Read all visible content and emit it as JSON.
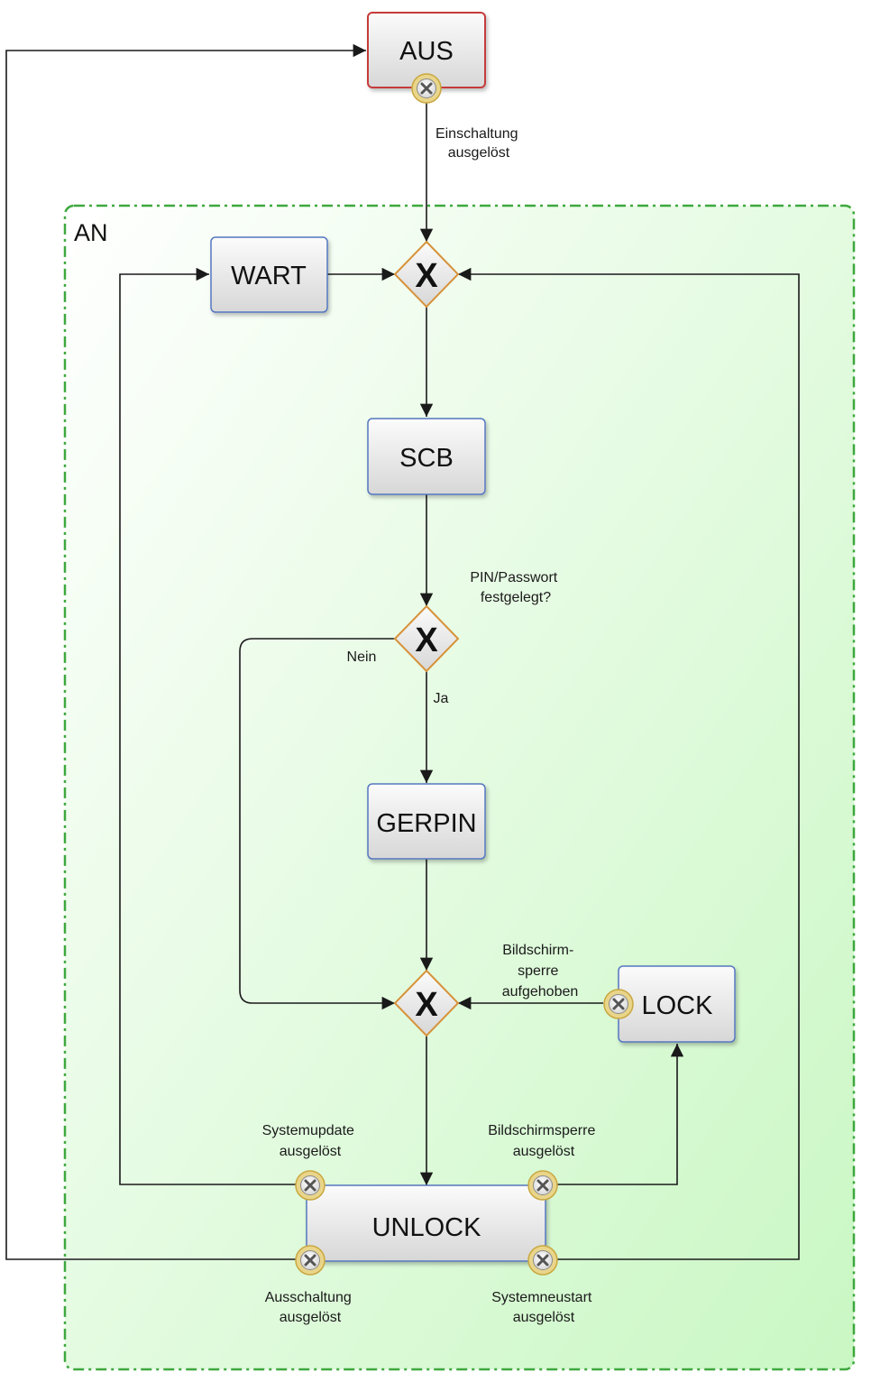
{
  "container": {
    "label": "AN"
  },
  "states": {
    "aus": "AUS",
    "wart": "WART",
    "scb": "SCB",
    "gerpin": "GERPIN",
    "lock": "LOCK",
    "unlock": "UNLOCK"
  },
  "gateways": {
    "symbol": "X"
  },
  "labels": {
    "einschaltung": [
      "Einschaltung",
      "ausgelöst"
    ],
    "pin_question": [
      "PIN/Passwort",
      "festgelegt?"
    ],
    "nein": "Nein",
    "ja": "Ja",
    "sperre_aufgehoben": [
      "Bildschirm-",
      "sperre",
      "aufgehoben"
    ],
    "systemupdate": [
      "Systemupdate",
      "ausgelöst"
    ],
    "bildschirmsperre": [
      "Bildschirmsperre",
      "ausgelöst"
    ],
    "ausschaltung": [
      "Ausschaltung",
      "ausgelöst"
    ],
    "systemneustart": [
      "Systemneustart",
      "ausgelöst"
    ]
  },
  "colors": {
    "container_border": "#3ea83e",
    "container_fill": "#e4fbe0",
    "state_border_blue": "#5577c0",
    "state_border_red": "#c63a3a",
    "gateway_border": "#d7923a",
    "event_border": "#c9a840"
  }
}
